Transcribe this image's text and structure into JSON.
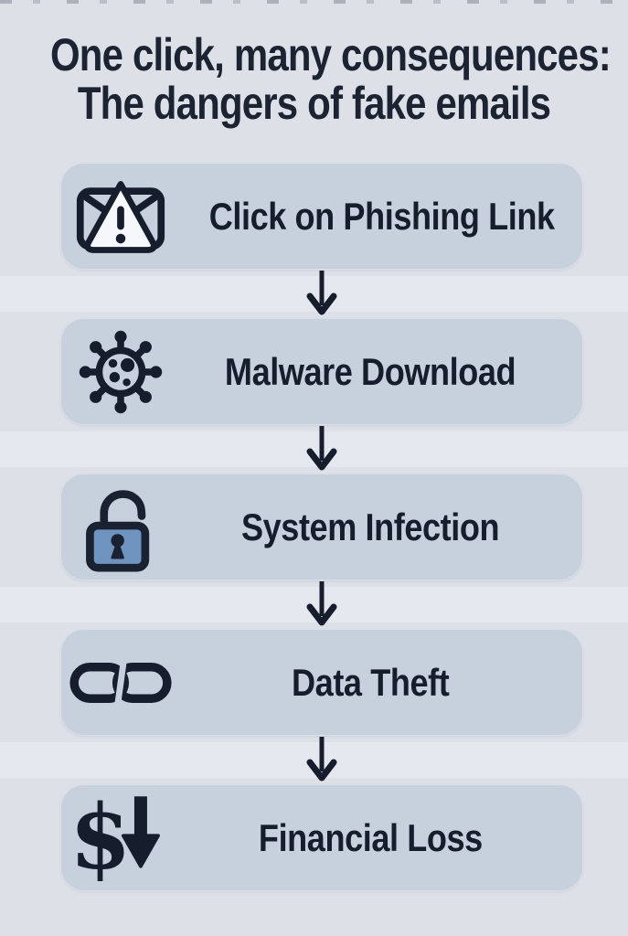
{
  "title": {
    "line1": "One click, many consequences:",
    "line2": "The dangers of fake emails"
  },
  "flow": {
    "steps": [
      {
        "label": "Click on Phishing Link",
        "icon": "phishing-email-alert-icon"
      },
      {
        "label": "Malware Download",
        "icon": "virus-malware-icon"
      },
      {
        "label": "System Infection",
        "icon": "unlocked-padlock-icon"
      },
      {
        "label": "Data Theft",
        "icon": "chain-link-icon"
      },
      {
        "label": "Financial Loss",
        "icon": "dollar-down-icon"
      }
    ],
    "connector": "down-arrow"
  },
  "colors": {
    "page_background": "#dde0e7",
    "gap_band": "#e5e8ee",
    "box_fill": "#c7d0dd",
    "dark_ink": "#161e2e",
    "title_ink": "#1c2433",
    "lock_blue": "#6e93bf",
    "warning_triangle_fill": "#f5f7fa"
  }
}
